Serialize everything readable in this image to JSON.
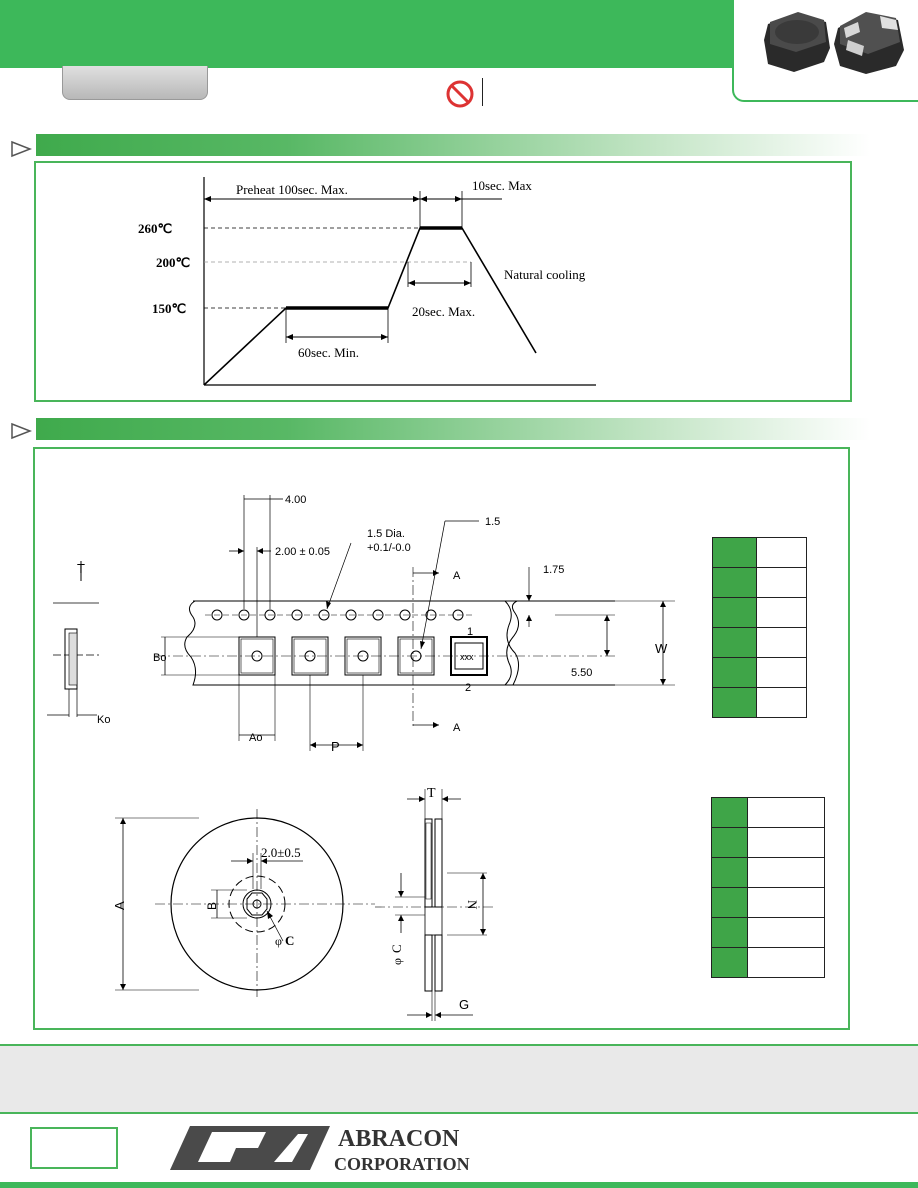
{
  "reflow": {
    "temp_260": "260℃",
    "temp_200": "200℃",
    "temp_150": "150℃",
    "preheat": "Preheat 100sec. Max.",
    "ten_sec": "10sec. Max",
    "natural_cooling": "Natural cooling",
    "twenty_sec": "20sec. Max.",
    "sixty_sec": "60sec. Min."
  },
  "tape": {
    "pitch_400": "4.00",
    "pitch_200": "2.00 ± 0.05",
    "hole_dia": "1.5 Dia.",
    "hole_tol": "+0.1/-0.0",
    "dim_15": "1.5",
    "dim_175": "1.75",
    "dim_550": "5.50",
    "label_a_top": "A",
    "label_a_bottom": "A",
    "label_w": "W",
    "label_bo": "Bo",
    "label_ao": "Ao",
    "label_p": "P",
    "label_t": "T",
    "label_ko": "Ko",
    "pin_1": "1",
    "pin_2": "2",
    "marking": "xxx"
  },
  "reel": {
    "label_a": "A",
    "label_b": "B",
    "label_c": "C",
    "dim_20": "2.0±0.5",
    "label_t": "T",
    "label_n": "N",
    "label_g": "G",
    "label_side_c": "C"
  },
  "company": {
    "name": "ABRACON",
    "sub": "CORPORATION"
  },
  "colors": {
    "brand_green": "#3db85a",
    "table_green": "#3fa548"
  }
}
